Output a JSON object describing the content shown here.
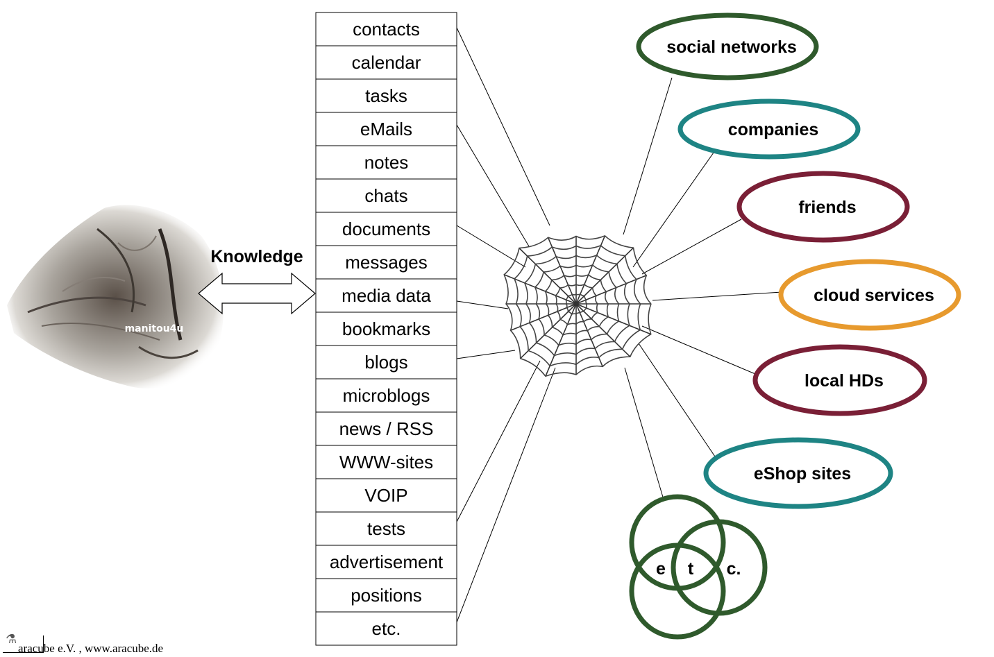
{
  "knowledge_label": "Knowledge",
  "source_badge": "manitou4u",
  "categories": [
    "contacts",
    "calendar",
    "tasks",
    "eMails",
    "notes",
    "chats",
    "documents",
    "messages",
    "media data",
    "bookmarks",
    "blogs",
    "microblogs",
    "news / RSS",
    "WWW-sites",
    "VOIP",
    "tests",
    "advertisement",
    "positions",
    "etc."
  ],
  "targets": [
    {
      "label": "social networks",
      "color": "#2f5a2c"
    },
    {
      "label": "companies",
      "color": "#1e8484"
    },
    {
      "label": "friends",
      "color": "#7a1f36"
    },
    {
      "label": "cloud services",
      "color": "#e79a2e"
    },
    {
      "label": "local HDs",
      "color": "#7a1f36"
    },
    {
      "label": "eShop sites",
      "color": "#1e8484"
    }
  ],
  "etc_letters": [
    "e",
    "t",
    "c."
  ],
  "etc_color": "#2f5a2c",
  "footer": "aracube e.V. , www.aracube.de"
}
